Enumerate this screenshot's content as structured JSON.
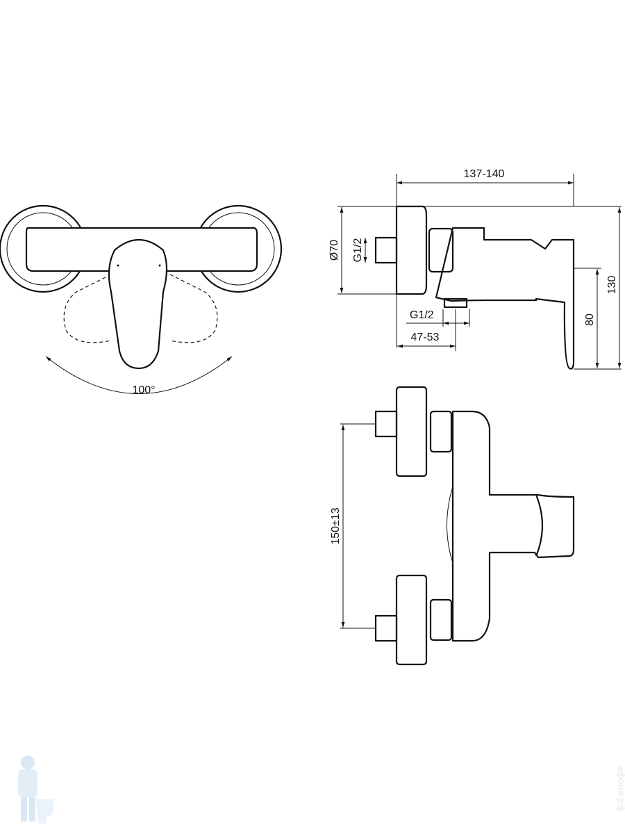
{
  "drawing": {
    "front_view": {
      "angle_label": "100°"
    },
    "side_view": {
      "width_label": "137-140",
      "diameter_label": "Ø70",
      "inlet_thread_label": "G1/2",
      "outlet_thread_label": "G1/2",
      "outlet_offset_label": "47-53",
      "outlet_height_label": "80",
      "total_height_label": "130"
    },
    "top_view": {
      "center_distance_label": "150±13"
    }
  },
  "watermark": {
    "text": "афоня.рф"
  },
  "colors": {
    "line": "#111111",
    "watermark": "#cfe0f2"
  }
}
